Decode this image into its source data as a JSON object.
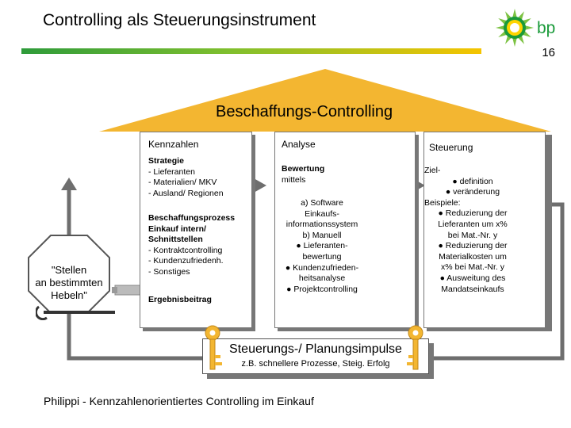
{
  "header": {
    "title": "Controlling als Steuerungsinstrument",
    "page_number": "16",
    "logo_text": "bp"
  },
  "roof": {
    "label": "Beschaffungs-Controlling"
  },
  "kennzahlen": {
    "heading": "Kennzahlen",
    "strategie_title": "Strategie",
    "strategie_items": [
      "- Lieferanten",
      "- Materialien/ MKV",
      "- Ausland/ Regionen"
    ],
    "prozess_title": [
      "Beschaffungsprozess",
      "Einkauf intern/",
      "Schnittstellen"
    ],
    "prozess_items": [
      "- Kontraktcontrolling",
      "- Kundenzufriedenh.",
      "- Sonstiges"
    ],
    "ergebnis": "Ergebnisbeitrag"
  },
  "analyse": {
    "heading": "Analyse",
    "bewertung_title": "Bewertung",
    "bewertung_sub": "mittels",
    "items": [
      "a) Software",
      "Einkaufs-",
      "informationssystem",
      "b) Manuell",
      "● Lieferanten-",
      "bewertung",
      "● Kundenzufrieden-",
      "heitsanalyse",
      "● Projektcontrolling"
    ]
  },
  "steuerung": {
    "heading": "Steuerung",
    "lines": [
      "Ziel-",
      "● definition",
      "● veränderung",
      "Beispiele:",
      "● Reduzierung der",
      "Lieferanten um x%",
      "bei Mat.-Nr. y",
      "● Reduzierung der",
      "Materialkosten um",
      "x% bei Mat.-Nr. y",
      "● Ausweitung des",
      "Mandatseinkaufs"
    ]
  },
  "stellen": {
    "lines": [
      "\"Stellen",
      "an bestimmten",
      "Hebeln\""
    ]
  },
  "impulse": {
    "title": "Steuerungs-/ Planungsimpulse",
    "subtitle": "z.B. schnellere Prozesse, Steig. Erfolg"
  },
  "footer": {
    "text": "Philippi  - Kennzahlenorientiertes Controlling im Einkauf"
  },
  "colors": {
    "roof": "#f3b631",
    "bar_green": "#2e9b3a",
    "bar_yellow": "#f5c400",
    "arrow_dark": "#6e6e6e",
    "key": "#f3b631"
  },
  "icons": [
    "bp-helios-logo-icon",
    "key-icon",
    "wrench-icon"
  ]
}
